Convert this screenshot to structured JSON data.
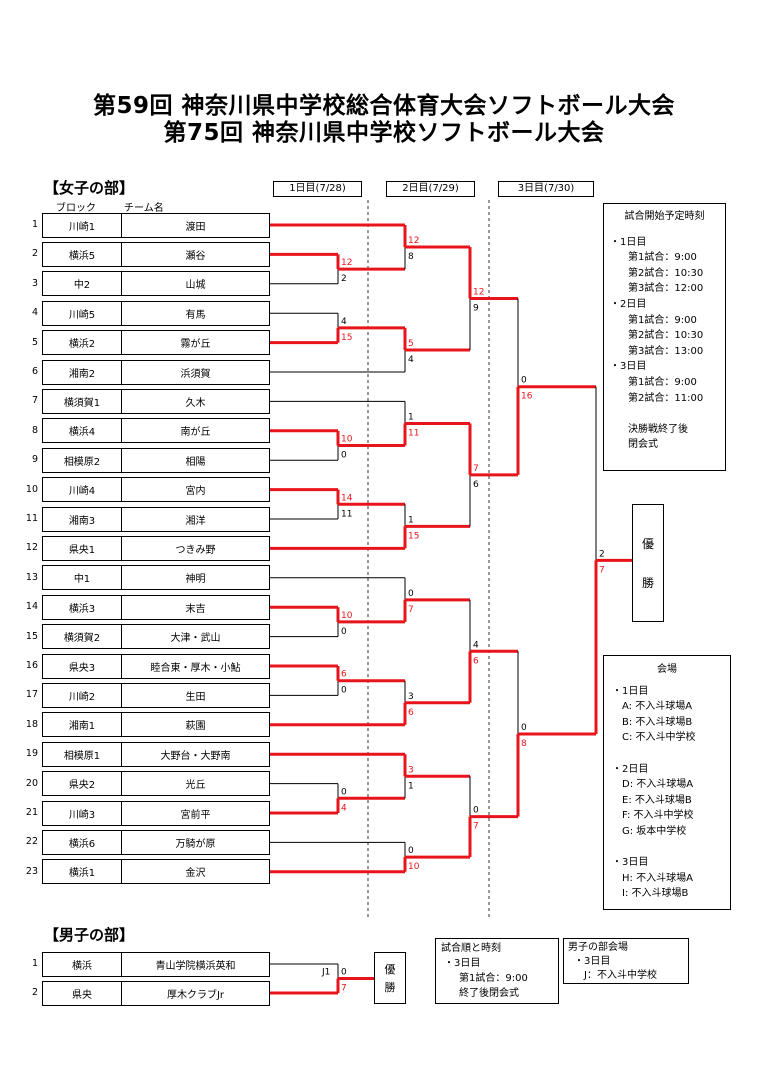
{
  "title": {
    "line1": "第59回  神奈川県中学校総合体育大会ソフトボール大会",
    "line2": "第75回  神奈川県中学校ソフトボール大会"
  },
  "girls": {
    "heading": "【女子の部】",
    "col_block": "ブロック",
    "col_team": "チーム名",
    "day_labels": [
      "1日目(7/28)",
      "2日目(7/29)",
      "3日目(7/30)"
    ],
    "teams": [
      {
        "no": "1",
        "block": "川崎1",
        "name": "渡田"
      },
      {
        "no": "2",
        "block": "横浜5",
        "name": "瀬谷"
      },
      {
        "no": "3",
        "block": "中2",
        "name": "山城"
      },
      {
        "no": "4",
        "block": "川崎5",
        "name": "有馬"
      },
      {
        "no": "5",
        "block": "横浜2",
        "name": "霧が丘"
      },
      {
        "no": "6",
        "block": "湘南2",
        "name": "浜須賀"
      },
      {
        "no": "7",
        "block": "横須賀1",
        "name": "久木"
      },
      {
        "no": "8",
        "block": "横浜4",
        "name": "南が丘"
      },
      {
        "no": "9",
        "block": "相模原2",
        "name": "相陽"
      },
      {
        "no": "10",
        "block": "川崎4",
        "name": "宮内"
      },
      {
        "no": "11",
        "block": "湘南3",
        "name": "湘洋"
      },
      {
        "no": "12",
        "block": "県央1",
        "name": "つきみ野"
      },
      {
        "no": "13",
        "block": "中1",
        "name": "神明"
      },
      {
        "no": "14",
        "block": "横浜3",
        "name": "末吉"
      },
      {
        "no": "15",
        "block": "横須賀2",
        "name": "大津・武山"
      },
      {
        "no": "16",
        "block": "県央3",
        "name": "睦合東・厚木・小鮎"
      },
      {
        "no": "17",
        "block": "川崎2",
        "name": "生田"
      },
      {
        "no": "18",
        "block": "湘南1",
        "name": "萩園"
      },
      {
        "no": "19",
        "block": "相模原1",
        "name": "大野台・大野南"
      },
      {
        "no": "20",
        "block": "県央2",
        "name": "光丘"
      },
      {
        "no": "21",
        "block": "川崎3",
        "name": "宮前平"
      },
      {
        "no": "22",
        "block": "横浜6",
        "name": "万騎が原"
      },
      {
        "no": "23",
        "block": "横浜1",
        "name": "金沢"
      }
    ],
    "scores": {
      "r1_2v3": [
        "12",
        "2"
      ],
      "r1_4v5": [
        "4",
        "15"
      ],
      "r1_8v9": [
        "10",
        "0"
      ],
      "r1_10v11": [
        "14",
        "11"
      ],
      "r1_14v15": [
        "10",
        "0"
      ],
      "r1_16v17": [
        "6",
        "0"
      ],
      "r1_20v21": [
        "0",
        "4"
      ],
      "r2_1v23w": [
        "12",
        "8"
      ],
      "r2_45wv6": [
        "5",
        "4"
      ],
      "r2_7v89w": [
        "1",
        "11"
      ],
      "r2_1011wv12": [
        "1",
        "15"
      ],
      "r2_13v1415w": [
        "0",
        "7"
      ],
      "r2_1617wv18": [
        "3",
        "6"
      ],
      "r2_19v2021w": [
        "3",
        "1"
      ],
      "r2_22v23": [
        "0",
        "10"
      ],
      "qf_a": [
        "12",
        "9"
      ],
      "qf_b": [
        "7",
        "6"
      ],
      "qf_c": [
        "4",
        "6"
      ],
      "qf_d": [
        "0",
        "7"
      ],
      "sf_top": [
        "0",
        "16"
      ],
      "sf_bot": [
        "0",
        "8"
      ],
      "final": [
        "2",
        "7"
      ]
    },
    "champion": [
      "優",
      "勝"
    ],
    "schedule": {
      "title": "試合開始予定時刻",
      "lines": [
        "・1日目",
        "第1試合：9:00",
        "第2試合：10:30",
        "第3試合：12:00",
        "・2日目",
        "第1試合：9:00",
        "第2試合：10:30",
        "第3試合：13:00",
        "・3日目",
        "第1試合：9:00",
        "第2試合：11:00",
        "",
        "決勝戦終了後",
        "閉会式"
      ]
    },
    "venues": {
      "title": "会場",
      "lines": [
        "・1日目",
        "A: 不入斗球場A",
        "B: 不入斗球場B",
        "C: 不入斗中学校",
        "",
        "・2日目",
        "D: 不入斗球場A",
        "E: 不入斗球場B",
        "F: 不入斗中学校",
        "G: 坂本中学校",
        "",
        "・3日目",
        "H: 不入斗球場A",
        "I:  不入斗球場B"
      ]
    }
  },
  "boys": {
    "heading": "【男子の部】",
    "teams": [
      {
        "no": "1",
        "block": "横浜",
        "name": "青山学院横浜英和"
      },
      {
        "no": "2",
        "block": "県央",
        "name": "厚木クラブJr"
      }
    ],
    "match_label": "J1",
    "scores": [
      "0",
      "7"
    ],
    "champion": [
      "優",
      "勝"
    ],
    "order": {
      "title": "試合順と時刻",
      "lines": [
        "・3日目",
        "第1試合：9:00",
        "終了後閉会式"
      ]
    },
    "venue": {
      "title": "男子の部会場",
      "lines": [
        "・3日目",
        "J：不入斗中学校"
      ]
    }
  },
  "colors": {
    "winner_line": "#e8141c",
    "line": "#000000"
  }
}
